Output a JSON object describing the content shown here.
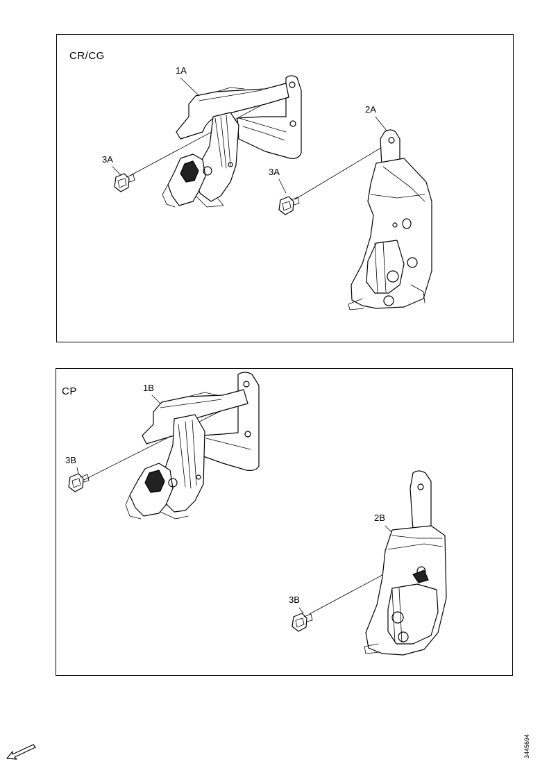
{
  "panels": [
    {
      "title": "CR/CG",
      "callouts": {
        "part1": "1A",
        "part2": "2A",
        "bolt_left": "3A",
        "bolt_right": "3A"
      }
    },
    {
      "title": "CP",
      "callouts": {
        "part1": "1B",
        "part2": "2B",
        "bolt_left": "3B",
        "bolt_right": "3B"
      }
    }
  ],
  "document_id": "3445694",
  "icons": {
    "front_arrow": "direction-arrow-icon"
  }
}
